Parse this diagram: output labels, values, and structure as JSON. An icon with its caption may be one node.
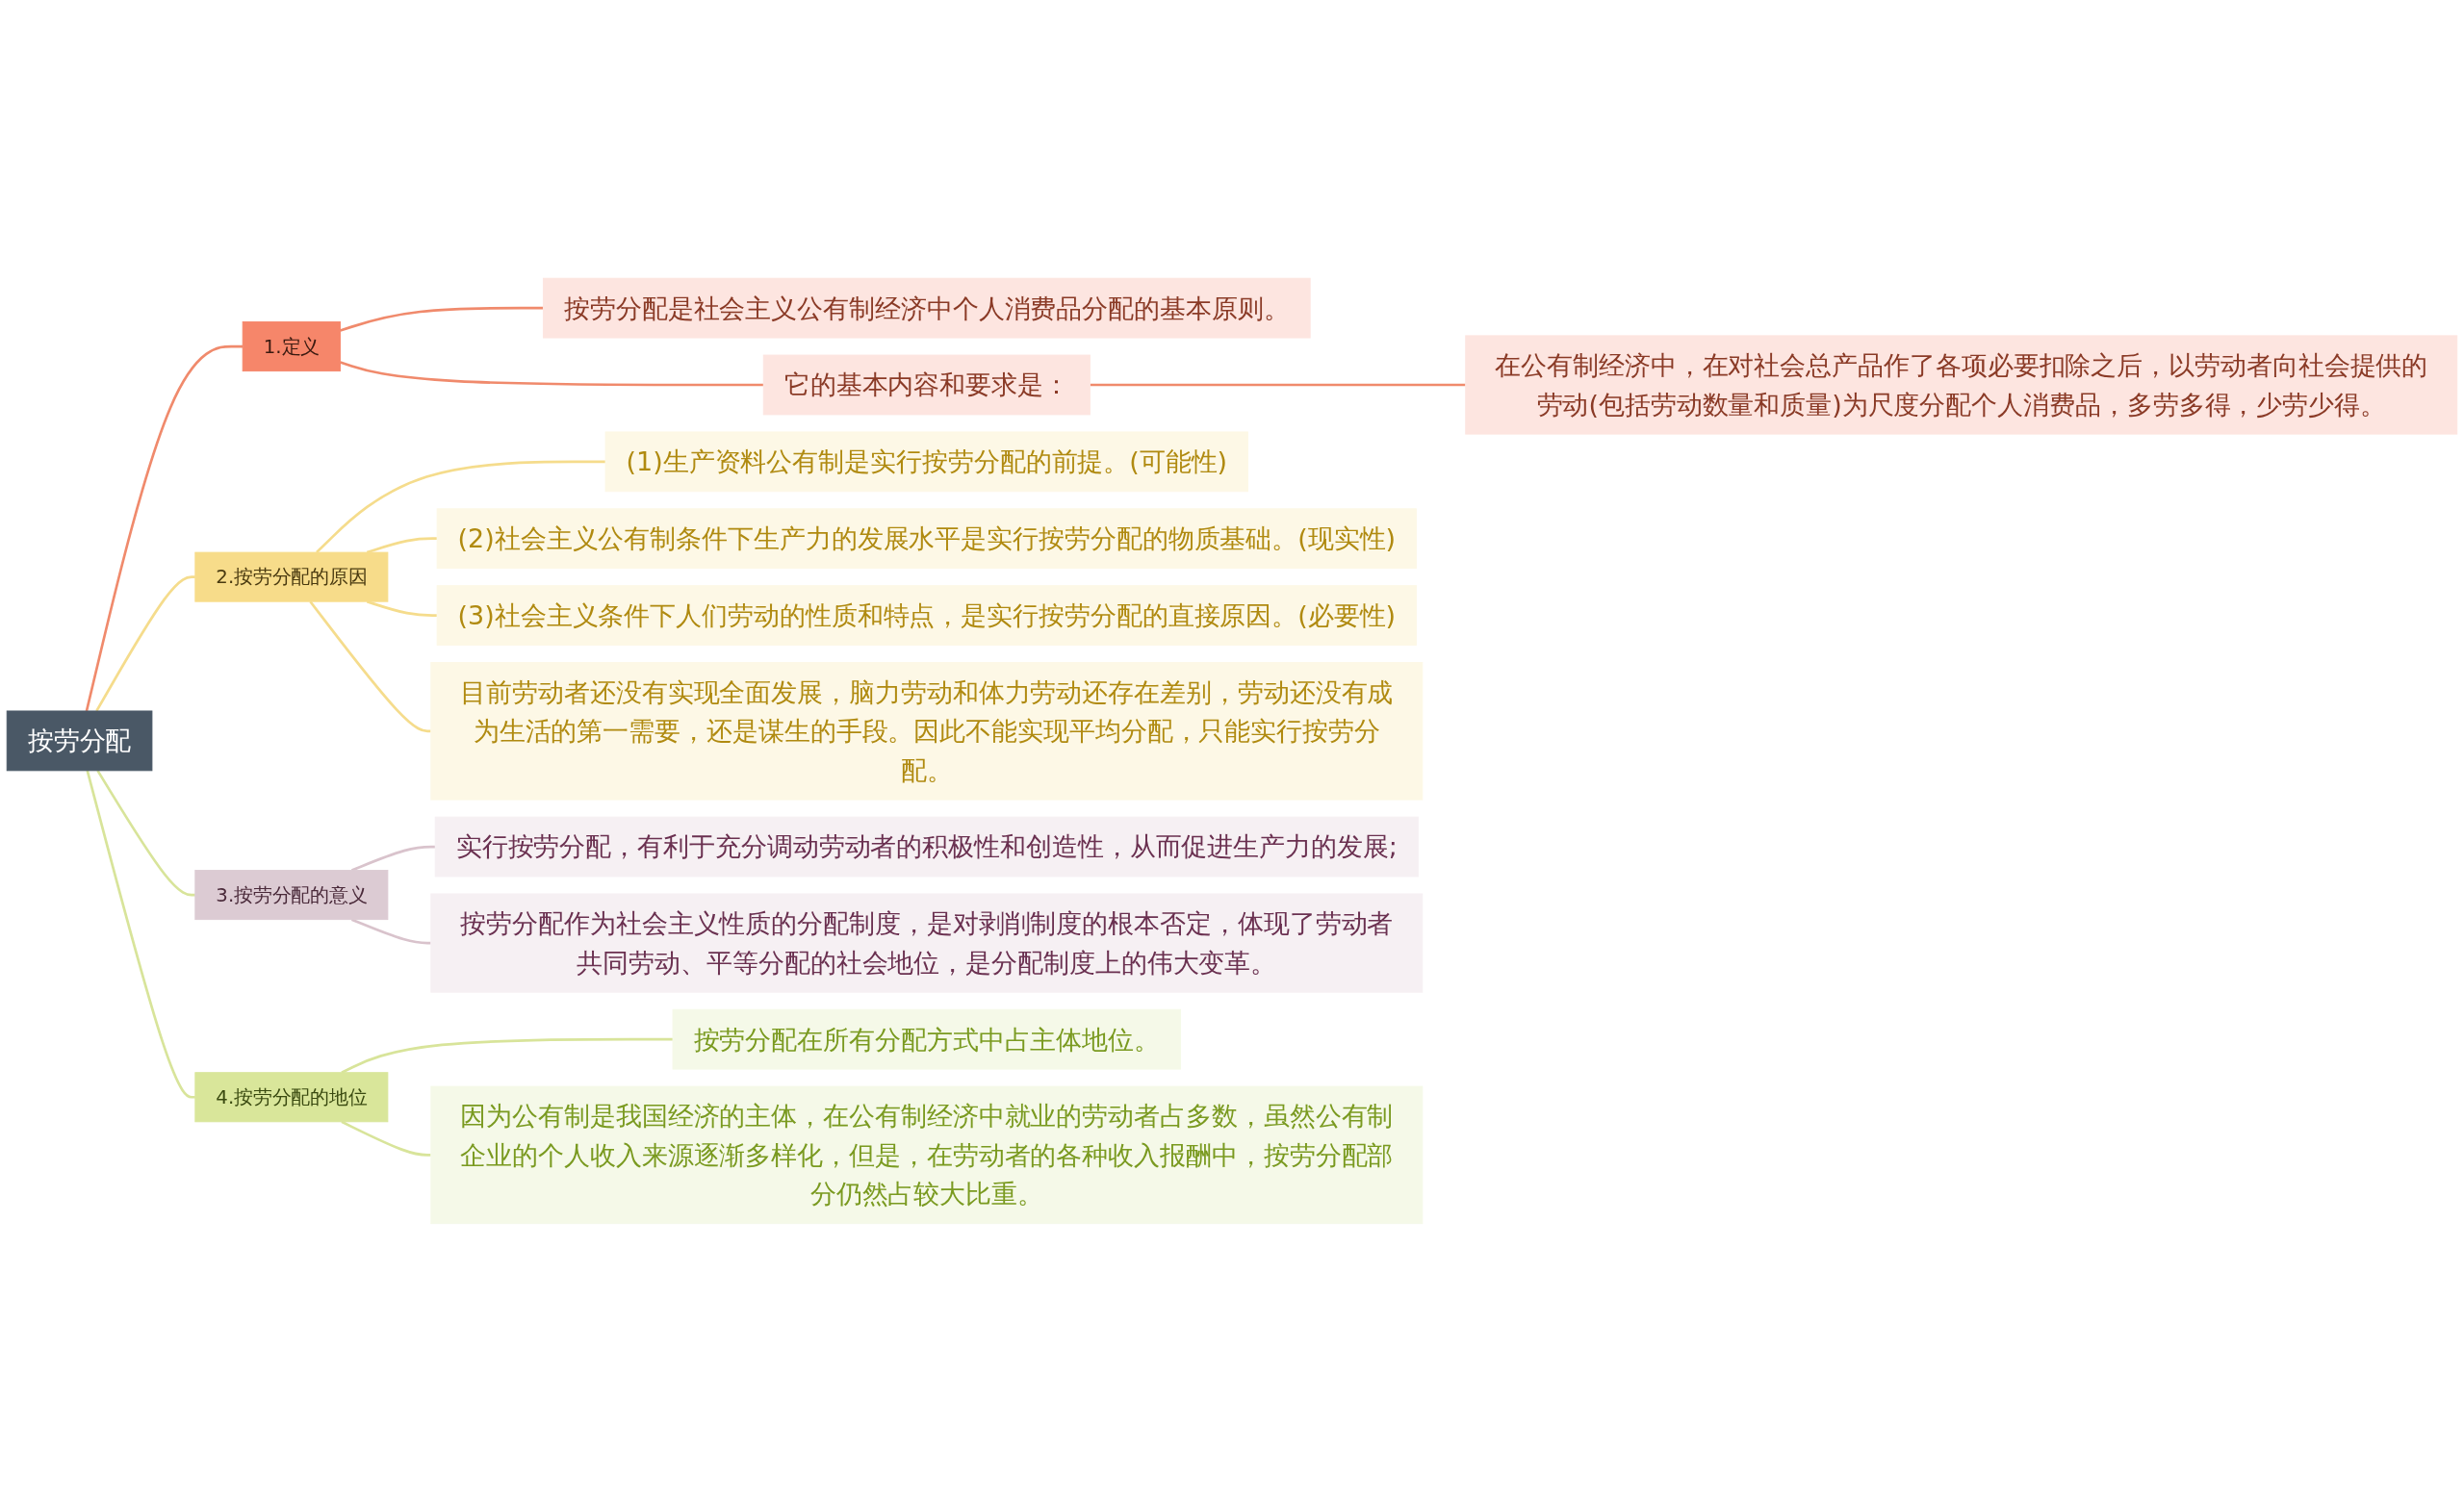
{
  "diagram": {
    "nodes": [
      {
        "text": [
          "按劳分配"
        ]
      },
      {
        "text": [
          "1.定义"
        ]
      },
      {
        "text": [
          "按劳分配是社会主义公有制经济中个人消费品分配的基本原则。"
        ]
      },
      {
        "text": [
          "它的基本内容和要求是："
        ]
      },
      {
        "text": [
          "在公有制经济中，在对社会总产品作了各项必要扣除之后，以劳动者向社会提供的劳动(包括劳动数量和质量)为尺度分配个人消费品，多劳多得，少劳少得。"
        ]
      },
      {
        "text": [
          "2.按劳分配的原因"
        ]
      },
      {
        "text": [
          "(1)生产资料公有制是实行按劳分配的前提。(可能性)"
        ]
      },
      {
        "text": [
          "(2)社会主义公有制条件下生产力的发展水平是实行按劳分配的物质基础。(现实性)"
        ]
      },
      {
        "text": [
          "(3)社会主义条件下人们劳动的性质和特点，是实行按劳分配的直接原因。(必要性)"
        ]
      },
      {
        "text": [
          "目前劳动者还没有实现全面发展，脑力劳动和体力劳动还存在差别，劳动还没有成为生活的第一需要，还是谋生的手段。因此不能实现平均分配，只能实行按劳分配。"
        ]
      },
      {
        "text": [
          "3.按劳分配的意义"
        ]
      },
      {
        "text": [
          "实行按劳分配，有利于充分调动劳动者的积极性和创造性，从而促进生产力的发展;"
        ]
      },
      {
        "text": [
          "按劳分配作为社会主义性质的分配制度，是对剥削制度的根本否定，体现了劳动者共同劳动、平等分配的社会地位，是分配制度上的伟大变革。"
        ]
      },
      {
        "text": [
          "4.按劳分配的地位"
        ]
      },
      {
        "text": [
          "按劳分配在所有分配方式中占主体地位。"
        ]
      },
      {
        "text": [
          "因为公有制是我国经济的主体，在公有制经济中就业的劳动者占多数，虽然公有制企业的个人收入来源逐渐多样化，但是，在劳动者的各种收入报酬中，按劳分配部分仍然占较大比重。"
        ]
      }
    ],
    "edges": [
      {
        "from": 0,
        "to": 1,
        "arrow": "none",
        "color": "#f08a6c"
      },
      {
        "from": 1,
        "to": 2,
        "arrow": "none",
        "color": "#f08a6c"
      },
      {
        "from": 1,
        "to": 3,
        "arrow": "none",
        "color": "#f08a6c"
      },
      {
        "from": 3,
        "to": 4,
        "arrow": "none",
        "color": "#f08a6c"
      },
      {
        "from": 0,
        "to": 5,
        "arrow": "none",
        "color": "#f5dc8c"
      },
      {
        "from": 5,
        "to": 6,
        "arrow": "none",
        "color": "#f5dc8c"
      },
      {
        "from": 5,
        "to": 7,
        "arrow": "none",
        "color": "#f5dc8c"
      },
      {
        "from": 5,
        "to": 8,
        "arrow": "none",
        "color": "#f5dc8c"
      },
      {
        "from": 5,
        "to": 9,
        "arrow": "none",
        "color": "#f5dc8c"
      },
      {
        "from": 0,
        "to": 10,
        "arrow": "none",
        "color": "#d8e49a"
      },
      {
        "from": 10,
        "to": 11,
        "arrow": "none",
        "color": "#d9c3cc"
      },
      {
        "from": 10,
        "to": 12,
        "arrow": "none",
        "color": "#d9c3cc"
      },
      {
        "from": 0,
        "to": 13,
        "arrow": "none",
        "color": "#d8e49a"
      },
      {
        "from": 13,
        "to": 14,
        "arrow": "none",
        "color": "#d8e49a"
      },
      {
        "from": 13,
        "to": 15,
        "arrow": "none",
        "color": "#d8e49a"
      }
    ]
  }
}
